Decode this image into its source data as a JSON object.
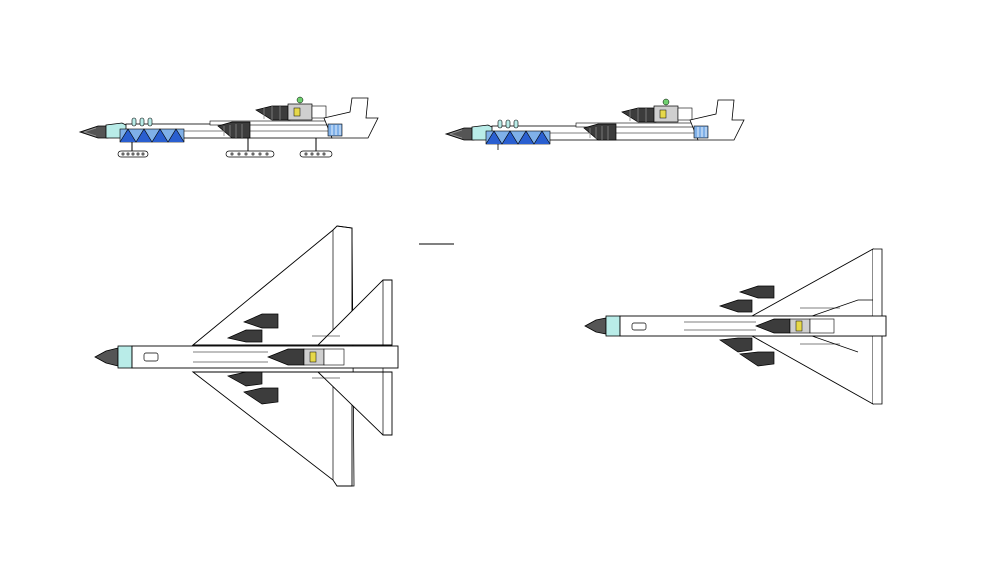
{
  "drawing": {
    "views": [
      {
        "id": "side-gear-down",
        "kind": "side-view",
        "landing_gear": "extended"
      },
      {
        "id": "side-gear-up",
        "kind": "side-view",
        "landing_gear": "retracted"
      },
      {
        "id": "top-wings-spread",
        "kind": "top-view",
        "wing_sweep": "spread"
      },
      {
        "id": "top-wings-swept",
        "kind": "top-view",
        "wing_sweep": "swept-back"
      }
    ],
    "colors": {
      "outline": "#000000",
      "fill": "#ffffff",
      "canopy": "#b9ece8",
      "canopy_dark": "#5fbfbf",
      "bay_blue": "#2a5fd0",
      "bay_light": "#7fb0e8",
      "engine_dark": "#3c3c3c",
      "engine_mid": "#7a7a7a",
      "nose_cone": "#555555",
      "reactor_green": "#6fd06f",
      "reactor_yellow": "#e6d84a",
      "panel_grey": "#cfcfcf"
    }
  }
}
